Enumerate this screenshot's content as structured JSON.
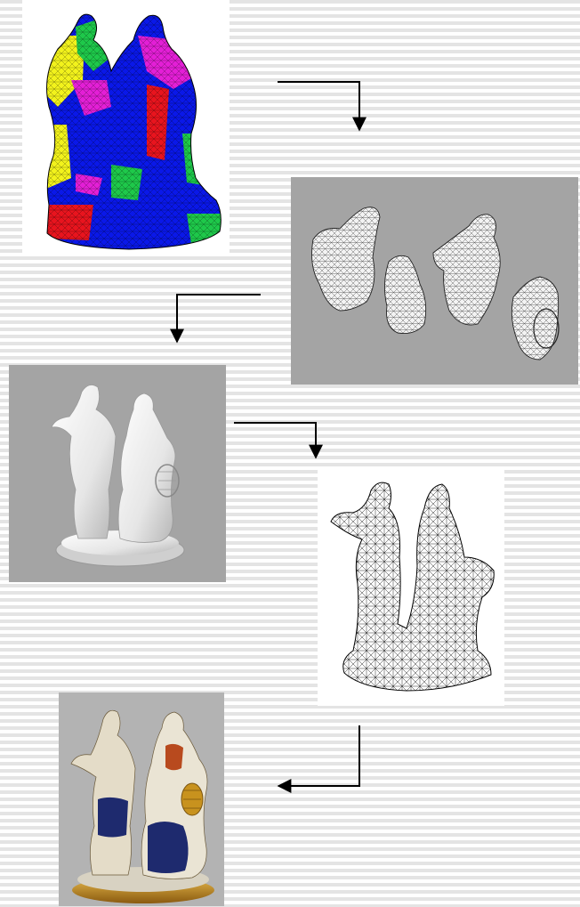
{
  "diagram": {
    "stages": [
      {
        "id": "segmented",
        "icon": "segmented-statue-icon"
      },
      {
        "id": "charts",
        "icon": "texture-charts-icon"
      },
      {
        "id": "shaded",
        "icon": "shaded-statue-icon"
      },
      {
        "id": "wireframe",
        "icon": "wireframe-statue-icon"
      },
      {
        "id": "textured",
        "icon": "textured-statue-icon"
      }
    ],
    "connections": [
      {
        "from": "segmented",
        "to": "charts"
      },
      {
        "from": "charts",
        "to": "shaded"
      },
      {
        "from": "shaded",
        "to": "wireframe"
      },
      {
        "from": "wireframe",
        "to": "textured"
      }
    ],
    "colors": {
      "background_stripe": "#e4e4e4",
      "panel_gray": "#a4a4a4",
      "segment_blue": "#0a18e8",
      "segment_magenta": "#e31fd6",
      "segment_yellow": "#f2f21c",
      "segment_green": "#1ec84a",
      "segment_red": "#e8141e",
      "porcelain_white": "#f2f2f2",
      "cobalt_blue": "#1e2a6e",
      "gilded_base": "#c8921e",
      "arrow": "#000000"
    }
  }
}
